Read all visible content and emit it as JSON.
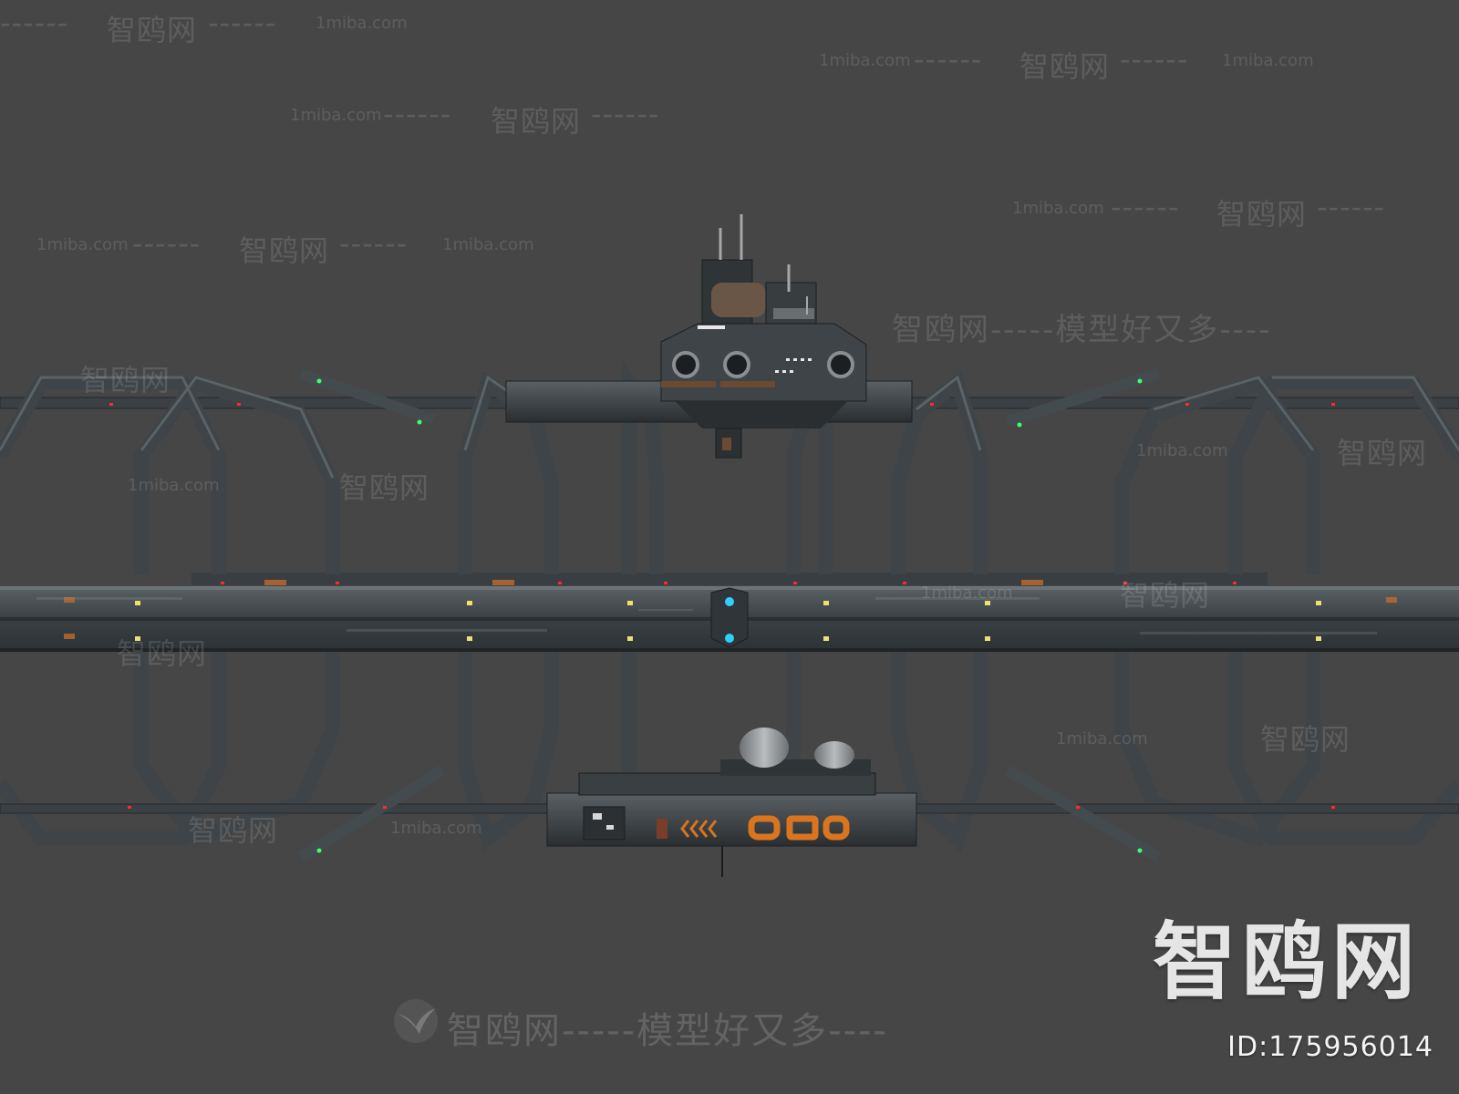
{
  "watermarks": {
    "site_cn": "智鸥网",
    "site_domain": "1miba.com",
    "dashes": "------",
    "slogan": "智鸥网-----模型好又多----"
  },
  "logo": {
    "text": "智鸥网"
  },
  "image_id": {
    "text": "ID:175956014"
  },
  "colors": {
    "background": "#464646",
    "frame_metal": "#3e4448",
    "frame_highlight": "#6c7378",
    "rust": "#6a4a32",
    "orange_accent": "#d9741f",
    "cyan_light": "#2fd0ff",
    "yellow_light": "#f0e070",
    "red_light": "#ff2a2a",
    "green_light": "#3cff6a"
  },
  "icons": [
    "seagull-logo-icon"
  ]
}
